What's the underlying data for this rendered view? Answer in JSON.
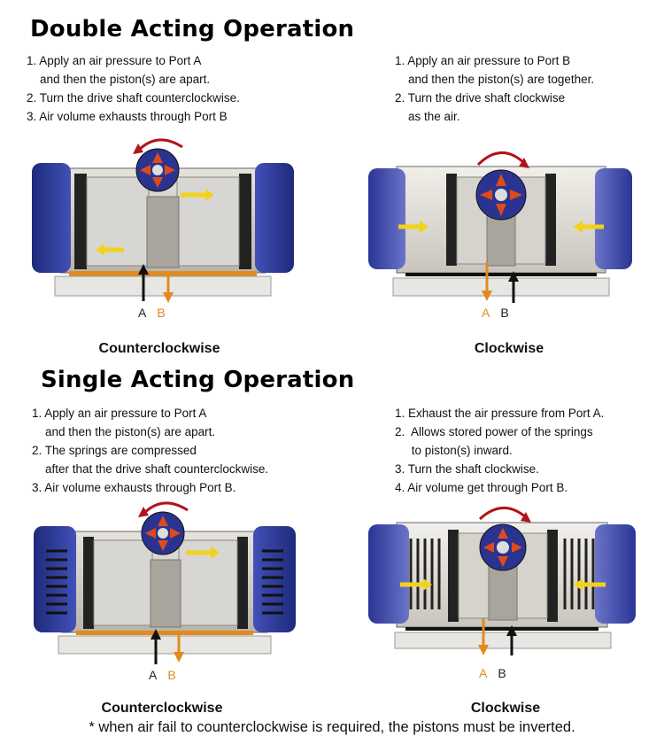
{
  "double_acting": {
    "title": "Double Acting Operation",
    "left": {
      "steps": [
        "1. Apply an air pressure to Port A",
        "    and then the piston(s) are apart.",
        "2. Turn the drive shaft counterclockwise.",
        "3. Air volume exhausts through Port B"
      ],
      "port_a": "A",
      "port_b": "B",
      "caption": "Counterclockwise"
    },
    "right": {
      "steps": [
        "1. Apply an air pressure to Port B",
        "    and then the piston(s) are together.",
        "2. Turn the drive shaft clockwise",
        "    as the air."
      ],
      "port_a": "A",
      "port_b": "B",
      "caption": "Clockwise"
    }
  },
  "single_acting": {
    "title": "Single Acting Operation",
    "left": {
      "steps": [
        "1. Apply an air pressure to Port A",
        "    and then the piston(s) are apart.",
        "2. The springs are compressed",
        "    after that the drive shaft counterclockwise.",
        "3. Air volume exhausts through Port B."
      ],
      "port_a": "A",
      "port_b": "B",
      "caption": "Counterclockwise"
    },
    "right": {
      "steps": [
        "1. Exhaust the air pressure from Port A.",
        "2.  Allows stored power of the springs",
        "     to piston(s) inward.",
        "3. Turn the shaft clockwise.",
        "4. Air volume get through Port B."
      ],
      "port_a": "A",
      "port_b": "B",
      "caption": "Clockwise"
    }
  },
  "footnote": "* when air fail to counterclockwise is required, the pistons must be inverted.",
  "colors": {
    "end_cap": "#3a45a8",
    "end_cap_dark": "#1e2a7a",
    "body": "#c8c4bc",
    "piston": "#d8d6d2",
    "air_arrow": "#f2d21a",
    "port_b": "#e28a1e",
    "rotation_arrow": "#b0141c",
    "pinion_red": "#e04a1a"
  }
}
